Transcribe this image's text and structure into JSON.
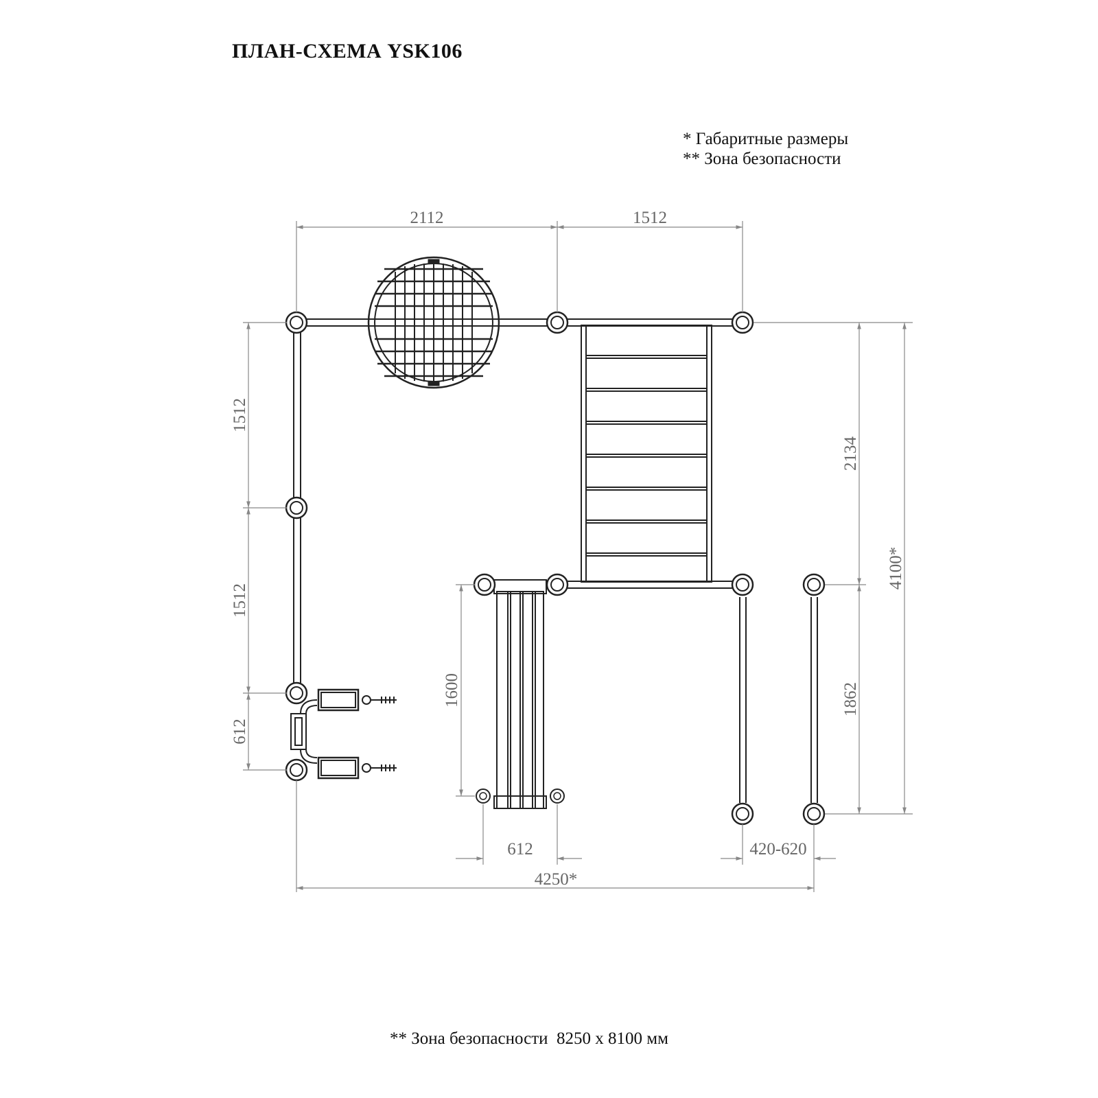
{
  "title": "ПЛАН-СХЕМА YSK106",
  "legend": {
    "overall": "* Габаритные размеры",
    "safety": "** Зона безопасности"
  },
  "footer": "** Зона безопасности  8250 х 8100 мм",
  "dimensions": {
    "top_left": "2112",
    "top_right": "1512",
    "left_upper": "1512",
    "left_lower": "1512",
    "left_bottom": "612",
    "bench_length": "1600",
    "bench_width": "612",
    "bars_gap": "420-620",
    "total_width": "4250*",
    "right_upper": "2134",
    "right_lower": "1862",
    "total_height": "4100*"
  },
  "colors": {
    "line": "#222222",
    "dimension": "#888888",
    "dimension_text": "#666666"
  }
}
